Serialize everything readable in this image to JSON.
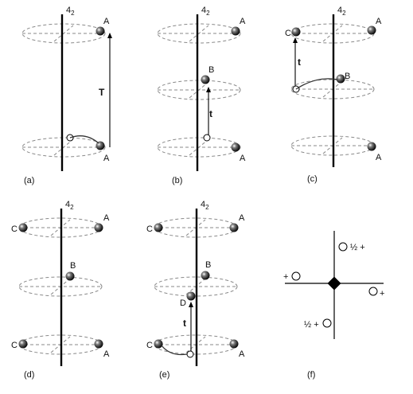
{
  "axis_label": "4",
  "axis_sub": "2",
  "atoms": {
    "A": "A",
    "B": "B",
    "C": "C",
    "D": "D"
  },
  "translations": {
    "T": "T",
    "t": "t"
  },
  "captions": [
    "(a)",
    "(b)",
    "(c)",
    "(d)",
    "(e)",
    "(f)"
  ],
  "symbols_f": {
    "half_plus": "½ +",
    "plus": "+",
    "plus_left": "+",
    "half_plus_2": "½ +"
  }
}
